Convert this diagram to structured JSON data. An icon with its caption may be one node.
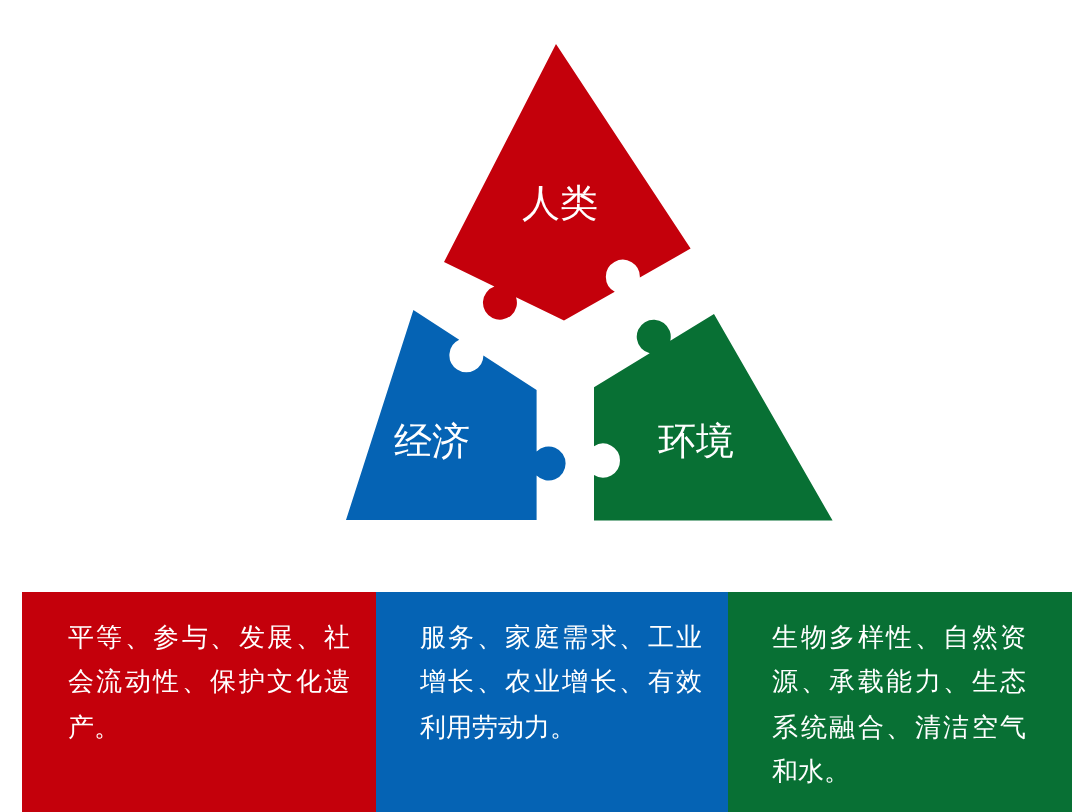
{
  "diagram": {
    "nodes": [
      {
        "text": [
          "人类"
        ]
      },
      {
        "text": [
          "经济"
        ]
      },
      {
        "text": [
          "环境"
        ]
      },
      {
        "text": [
          "平等、参与、发展、社会流动性、保护文化遗产。"
        ]
      },
      {
        "text": [
          "服务、家庭需求、工业增长、农业增长、有效利用劳动力。"
        ]
      },
      {
        "text": [
          "生物多样性、自然资源、承载能力、生态系统融合、清洁空气和水。"
        ]
      }
    ]
  }
}
